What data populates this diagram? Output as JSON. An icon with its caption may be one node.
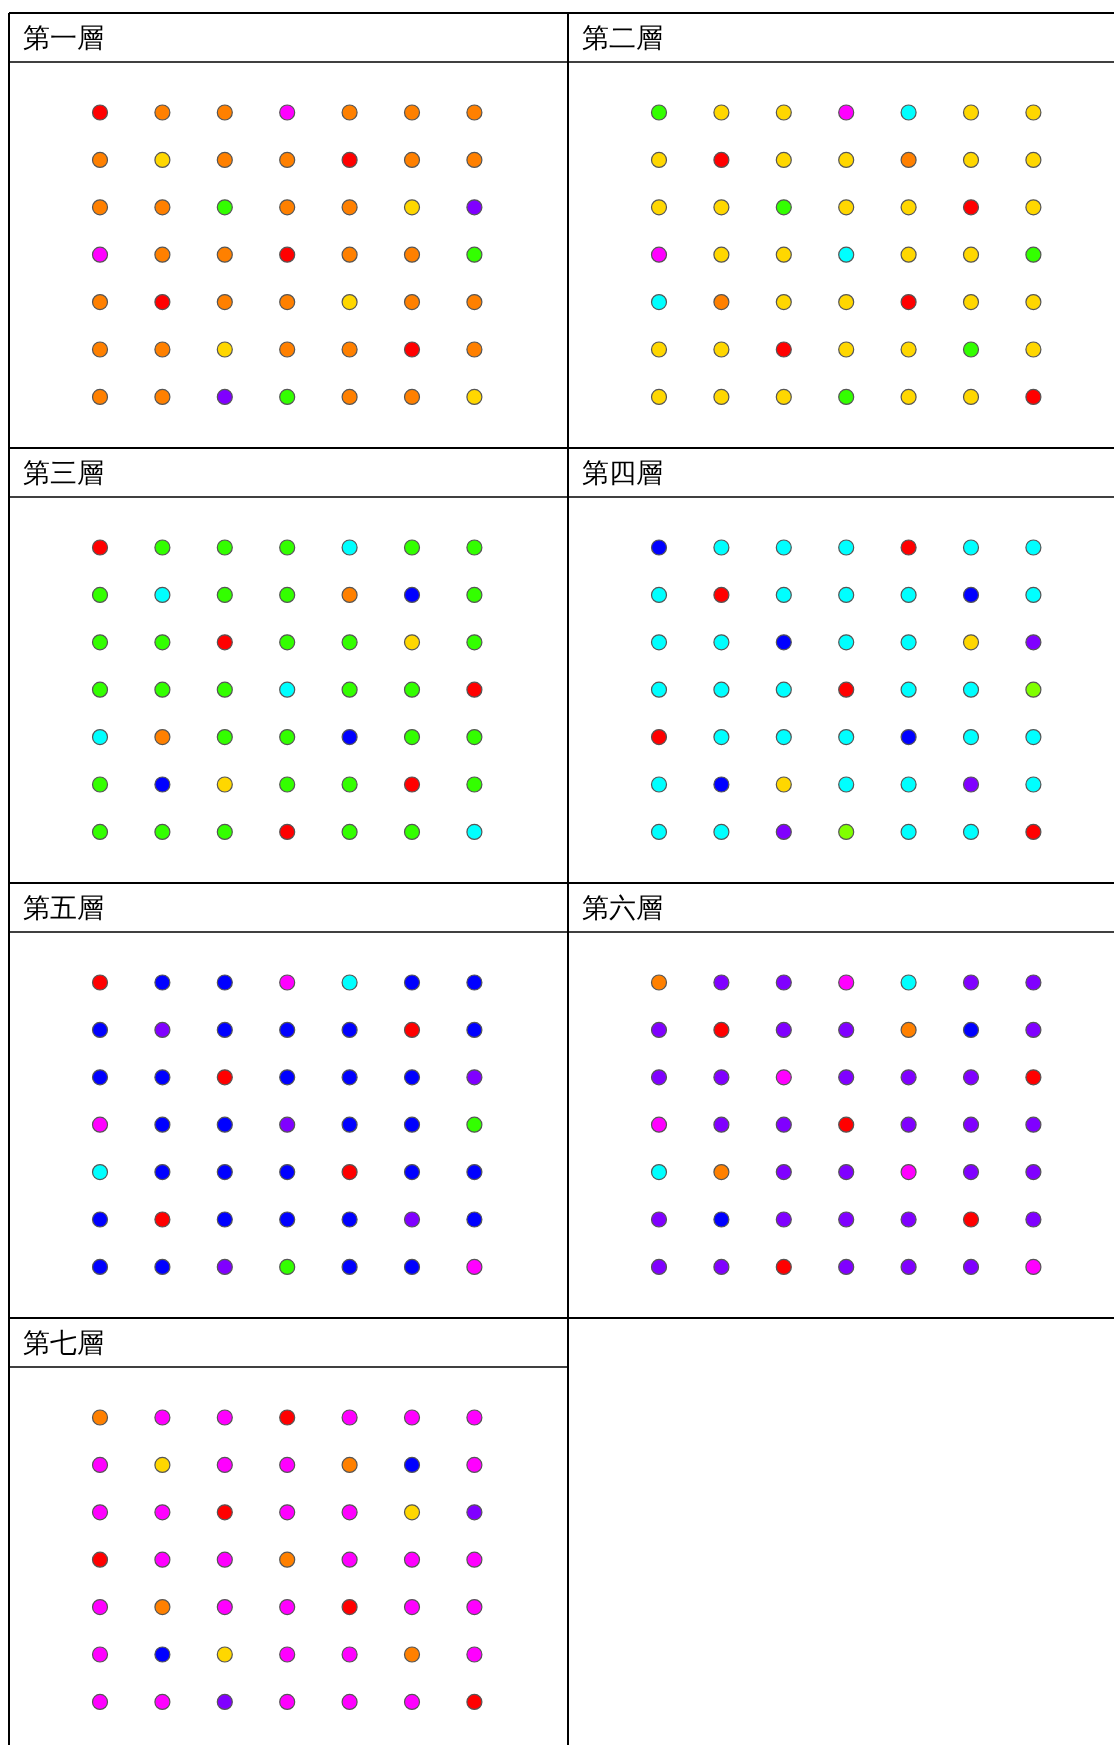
{
  "diagram": {
    "labels": [
      "第一層",
      "第二層",
      "第三層",
      "第四層",
      "第五層",
      "第六層",
      "第七層"
    ]
  }
}
